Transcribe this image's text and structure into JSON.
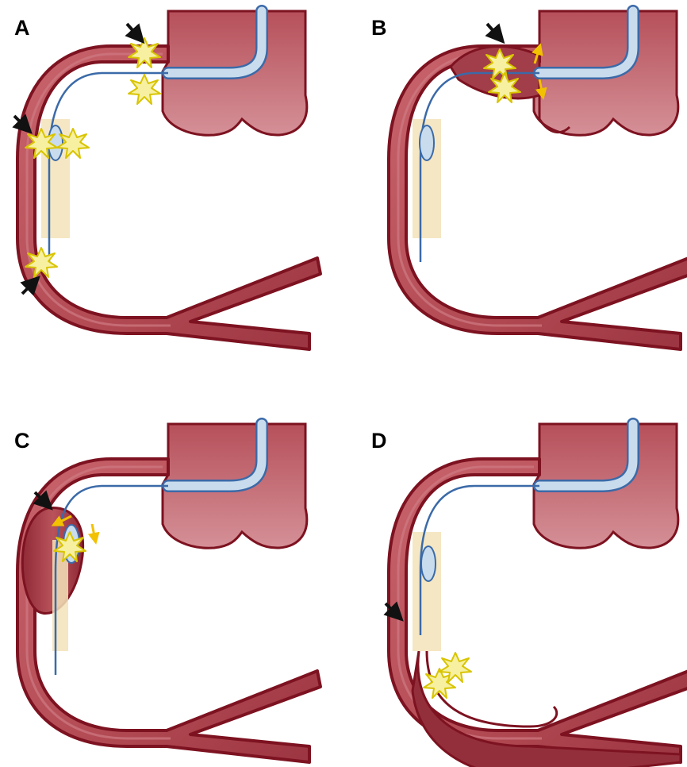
{
  "panels": [
    {
      "label": "A"
    },
    {
      "label": "B"
    },
    {
      "label": "C"
    },
    {
      "label": "D"
    }
  ],
  "colors": {
    "vessel_fill": "#b64c55",
    "vessel_stroke": "#7d1220",
    "vessel_light": "#d88a8f",
    "catheter_fill": "#c9dced",
    "catheter_stroke": "#3b6aa8",
    "guidewire": "#3b6aa8",
    "plaque": "#f3e3b8",
    "burst_fill": "#f6f0a0",
    "burst_stroke": "#d9c400",
    "arrow": "#111111",
    "flow_arrow": "#f2c100"
  }
}
